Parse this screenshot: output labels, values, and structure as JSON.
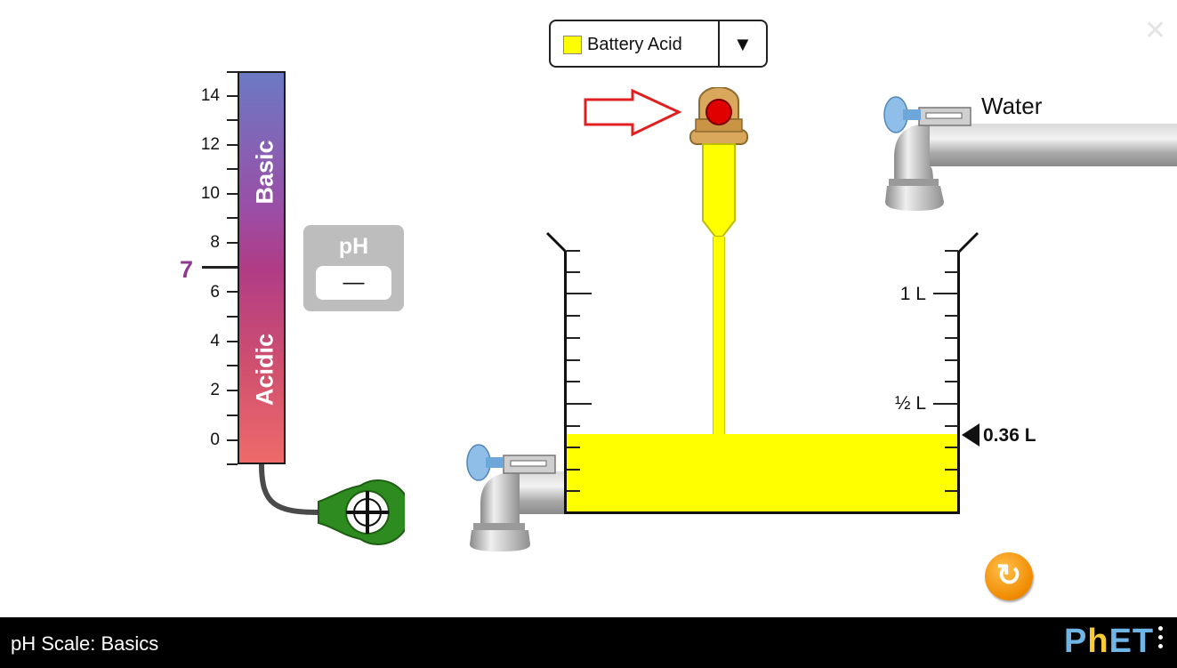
{
  "ph_scale": {
    "tick_labels": [
      "14",
      "12",
      "10",
      "8",
      "6",
      "4",
      "2",
      "0"
    ],
    "neutral_label": "7",
    "basic_label": "Basic",
    "acidic_label": "Acidic"
  },
  "ph_readout": {
    "title": "pH",
    "value": "—"
  },
  "solute": {
    "selected": "Battery Acid",
    "swatch_color": "#ffff00"
  },
  "faucet": {
    "water_label": "Water"
  },
  "beaker": {
    "label_one_liter": "1 L",
    "label_half_liter": "½ L",
    "volume": "0.36 L",
    "liquid_color": "#ffff00"
  },
  "navbar": {
    "title": "pH Scale: Basics",
    "logo": "PhET"
  },
  "colors": {
    "accent_orange": "#f08a00",
    "probe_green": "#2e8b1f",
    "hint_arrow": "#e02020"
  }
}
